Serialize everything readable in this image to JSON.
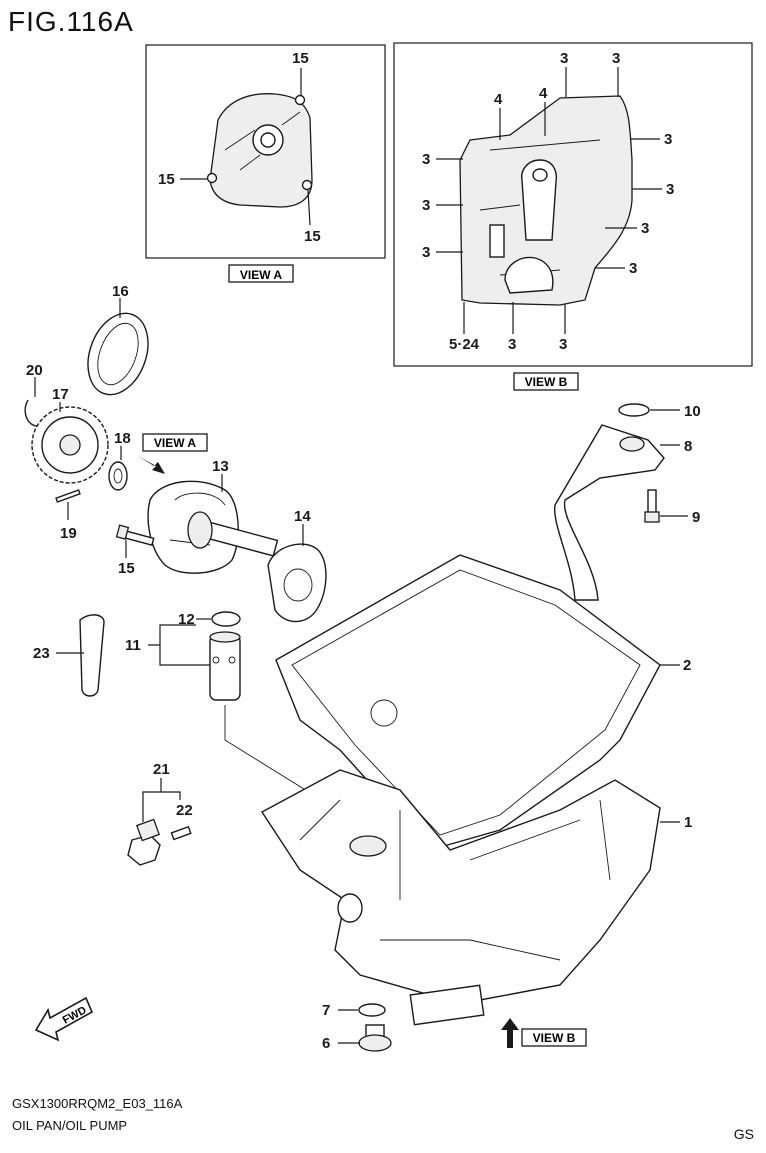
{
  "figure": {
    "title": "FIG.116A",
    "model_code": "GSX1300RRQM2_E03_116A",
    "name": "OIL PAN/OIL PUMP",
    "region": "GS"
  },
  "views": {
    "view_a_label": "VIEW A",
    "view_b_label": "VIEW B"
  },
  "fwd_label": "FWD",
  "callouts": {
    "c1": "1",
    "c2": "2",
    "c6": "6",
    "c7": "7",
    "c8": "8",
    "c9": "9",
    "c10": "10",
    "c11": "11",
    "c12": "12",
    "c13": "13",
    "c14": "14",
    "c15a": "15",
    "c16": "16",
    "c17": "17",
    "c18": "18",
    "c19": "19",
    "c20": "20",
    "c21": "21",
    "c22": "22",
    "c23": "23",
    "va_15_top": "15",
    "va_15_left": "15",
    "va_15_bottom": "15",
    "vb_3_t1": "3",
    "vb_3_t2": "3",
    "vb_4_a": "4",
    "vb_4_b": "4",
    "vb_3_l1": "3",
    "vb_3_l2": "3",
    "vb_3_l3": "3",
    "vb_3_r1": "3",
    "vb_3_r2": "3",
    "vb_3_r3": "3",
    "vb_3_r4": "3",
    "vb_5_24": "5·24",
    "vb_3_b1": "3",
    "vb_3_b2": "3"
  }
}
